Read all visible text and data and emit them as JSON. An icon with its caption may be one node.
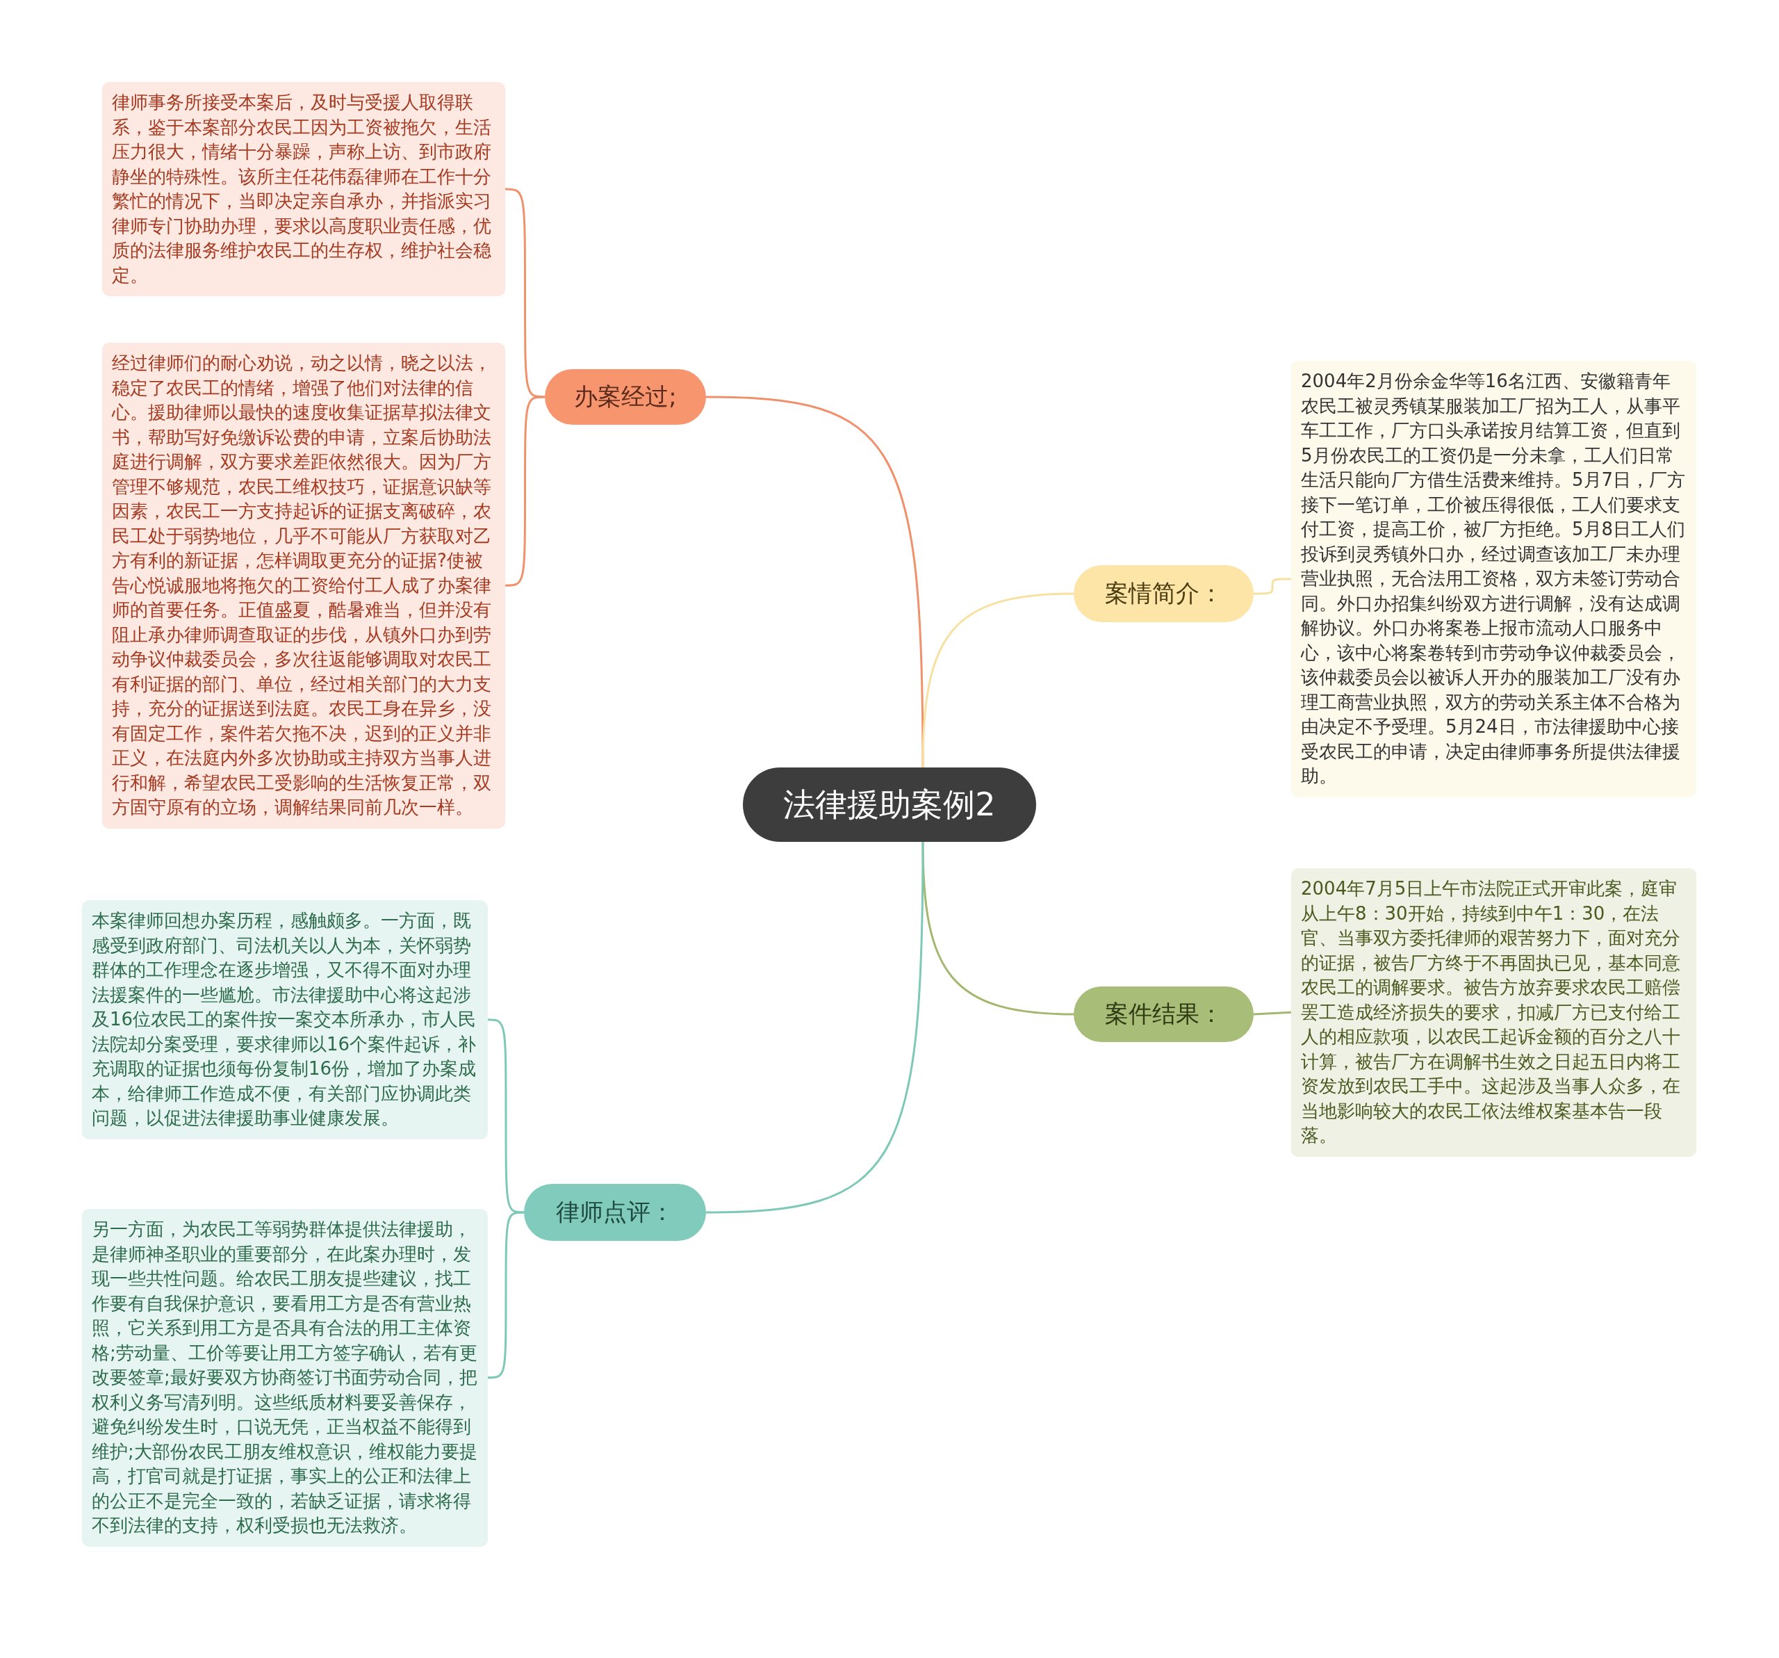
{
  "diagram": {
    "nodes": [
      {
        "text": [
          "法律援助案例2"
        ]
      },
      {
        "text": [
          "办案经过;"
        ]
      },
      {
        "text": [
          "律师事务所接受本案后，及时与受援人取得联系，鉴于本案部分农民工因为工资被拖欠，生活压力很大，情绪十分暴躁，声称上访、到市政府静坐的特殊性。该所主任花伟磊律师在工作十分繁忙的情况下，当即决定亲自承办，并指派实习律师专门协助办理，要求以高度职业责任感，优质的法律服务维护农民工的生存权，维护社会稳定。"
        ]
      },
      {
        "text": [
          "经过律师们的耐心劝说，动之以情，晓之以法，稳定了农民工的情绪，增强了他们对法律的信心。援助律师以最快的速度收集证据草拟法律文书，帮助写好免缴诉讼费的申请，立案后协助法庭进行调解，双方要求差距依然很大。因为厂方管理不够规范，农民工维权技巧，证据意识缺等因素，农民工一方支持起诉的证据支离破碎，农民工处于弱势地位，几乎不可能从厂方获取对乙方有利的新证据，怎样调取更充分的证据?使被告心悦诚服地将拖欠的工资给付工人成了办案律师的首要任务。正值盛夏，酷暑难当，但并没有阻止承办律师调查取证的步伐，从镇外口办到劳动争议仲裁委员会，多次往返能够调取对农民工有利证据的部门、单位，经过相关部门的大力支持，充分的证据送到法庭。农民工身在异乡，没有固定工作，案件若欠拖不决，迟到的正义并非正义，在法庭内外多次协助或主持双方当事人进行和解，希望农民工受影响的生活恢复正常，双方固守原有的立场，调解结果同前几次一样。"
        ]
      },
      {
        "text": [
          "案情简介："
        ]
      },
      {
        "text": [
          "2004年2月份余金华等16名江西、安徽籍青年农民工被灵秀镇某服装加工厂招为工人，从事平车工工作，厂方口头承诺按月结算工资，但直到5月份农民工的工资仍是一分未拿，工人们日常生活只能向厂方借生活费来维持。5月7日，厂方接下一笔订单，工价被压得很低，工人们要求支付工资，提高工价，被厂方拒绝。5月8日工人们投诉到灵秀镇外口办，经过调查该加工厂未办理营业执照，无合法用工资格，双方未签订劳动合同。外口办招集纠纷双方进行调解，没有达成调解协议。外口办将案卷上报市流动人口服务中心，该中心将案卷转到市劳动争议仲裁委员会，该仲裁委员会以被诉人开办的服装加工厂没有办理工商营业执照，双方的劳动关系主体不合格为由决定不予受理。5月24日，市法律援助中心接受农民工的申请，决定由律师事务所提供法律援助。"
        ]
      },
      {
        "text": [
          "案件结果："
        ]
      },
      {
        "text": [
          "2004年7月5日上午市法院正式开审此案，庭审从上午8：30开始，持续到中午1：30，在法官、当事双方委托律师的艰苦努力下，面对充分的证据，被告厂方终于不再固执已见，基本同意农民工的调解要求。被告方放弃要求农民工赔偿罢工造成经济损失的要求，扣减厂方已支付给工人的相应款项，以农民工起诉金额的百分之八十计算，被告厂方在调解书生效之日起五日内将工资发放到农民工手中。这起涉及当事人众多，在当地影响较大的农民工依法维权案基本告一段落。"
        ]
      },
      {
        "text": [
          "律师点评："
        ]
      },
      {
        "text": [
          "本案律师回想办案历程，感触颇多。一方面，既感受到政府部门、司法机关以人为本，关怀弱势群体的工作理念在逐步增强，又不得不面对办理法援案件的一些尴尬。市法律援助中心将这起涉及16位农民工的案件按一案交本所承办，市人民法院却分案受理，要求律师以16个案件起诉，补充调取的证据也须每份复制16份，增加了办案成本，给律师工作造成不便，有关部门应协调此类问题，以促进法律援助事业健康发展。"
        ]
      },
      {
        "text": [
          "另一方面，为农民工等弱势群体提供法律援助，是律师神圣职业的重要部分，在此案办理时，发现一些共性问题。给农民工朋友提些建议，找工作要有自我保护意识，要看用工方是否有营业热照，它关系到用工方是否具有合法的用工主体资格;劳动量、工价等要让用工方签字确认，若有更改要签章;最好要双方协商签订书面劳动合同，把权利义务写清列明。这些纸质材料要妥善保存，避免纠纷发生时，口说无凭，正当权益不能得到维护;大部份农民工朋友维权意识，维权能力要提高，打官司就是打证据，事实上的公正和法律上的公正不是完全一致的，若缺乏证据，请求将得不到法律的支持，权利受损也无法救济。"
        ]
      }
    ],
    "edges": [
      {
        "from": 0,
        "to": 1,
        "arrow": "none",
        "color": "#f0916c"
      },
      {
        "from": 1,
        "to": 2,
        "arrow": "none",
        "color": "#f0916c"
      },
      {
        "from": 1,
        "to": 3,
        "arrow": "none",
        "color": "#f0916c"
      },
      {
        "from": 0,
        "to": 4,
        "arrow": "none",
        "color": "#f8e0a0"
      },
      {
        "from": 4,
        "to": 5,
        "arrow": "none",
        "color": "#f8e0a0"
      },
      {
        "from": 0,
        "to": 6,
        "arrow": "none",
        "color": "#a3b86f"
      },
      {
        "from": 6,
        "to": 7,
        "arrow": "none",
        "color": "#a3b86f"
      },
      {
        "from": 0,
        "to": 8,
        "arrow": "none",
        "color": "#7ec8b8"
      },
      {
        "from": 8,
        "to": 9,
        "arrow": "none",
        "color": "#7ec8b8"
      },
      {
        "from": 8,
        "to": 10,
        "arrow": "none",
        "color": "#7ec8b8"
      }
    ]
  }
}
